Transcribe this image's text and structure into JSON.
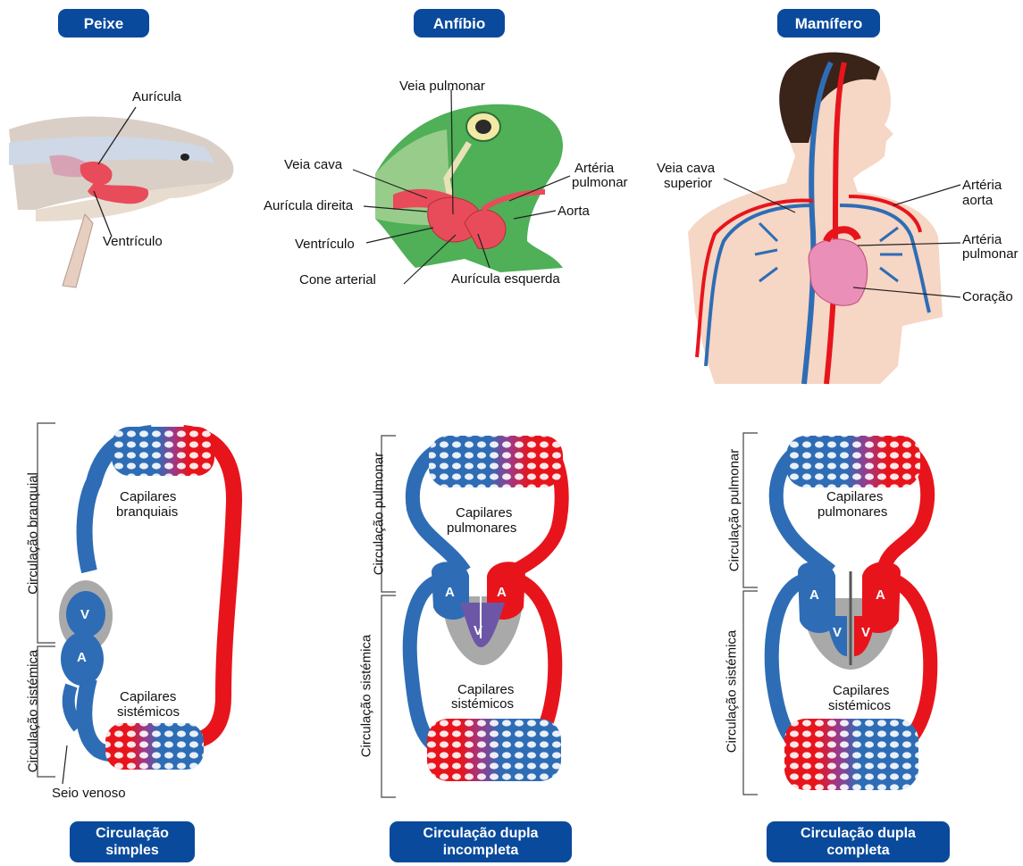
{
  "headers": {
    "fish": "Peixe",
    "amphibian": "Anfíbio",
    "mammal": "Mamífero"
  },
  "fish_labels": {
    "auricula": "Aurícula",
    "ventriculo": "Ventrículo"
  },
  "frog_labels": {
    "veia_pulmonar": "Veia pulmonar",
    "veia_cava": "Veia cava",
    "auricula_direita": "Aurícula direita",
    "ventriculo": "Ventrículo",
    "cone_arterial": "Cone arterial",
    "arteria_pulmonar_1": "Artéria",
    "arteria_pulmonar_2": "pulmonar",
    "aorta": "Aorta",
    "auricula_esquerda": "Aurícula esquerda"
  },
  "human_labels": {
    "veia_cava_1": "Veia cava",
    "veia_cava_2": "superior",
    "arteria_aorta_1": "Artéria",
    "arteria_aorta_2": "aorta",
    "arteria_pulmonar_1": "Artéria",
    "arteria_pulmonar_2": "pulmonar",
    "coracao": "Coração"
  },
  "simple": {
    "side_top": "Circulação branquial",
    "side_bottom": "Circulação sistémica",
    "cap_top_1": "Capilares",
    "cap_top_2": "branquiais",
    "cap_bottom_1": "Capilares",
    "cap_bottom_2": "sistémicos",
    "v": "V",
    "a": "A",
    "seio": "Seio venoso",
    "footer_1": "Circulação",
    "footer_2": "simples"
  },
  "incomplete": {
    "side_top": "Circulação pulmonar",
    "side_bottom": "Circulação sistémica",
    "cap_top_1": "Capilares",
    "cap_top_2": "pulmonares",
    "cap_bottom_1": "Capilares",
    "cap_bottom_2": "sistémicos",
    "a_left": "A",
    "a_right": "A",
    "v": "V",
    "footer_1": "Circulação dupla",
    "footer_2": "incompleta"
  },
  "complete": {
    "side_top": "Circulação pulmonar",
    "side_bottom": "Circulação sistémica",
    "cap_top_1": "Capilares",
    "cap_top_2": "pulmonares",
    "cap_bottom_1": "Capilares",
    "cap_bottom_2": "sistémicos",
    "a_left": "A",
    "a_right": "A",
    "v_left": "V",
    "v_right": "V",
    "footer_1": "Circulação dupla",
    "footer_2": "completa"
  },
  "colors": {
    "blue": "#2e6db5",
    "red": "#e8141c",
    "pill": "#0a4a9c",
    "grey": "#a9a9a9"
  }
}
